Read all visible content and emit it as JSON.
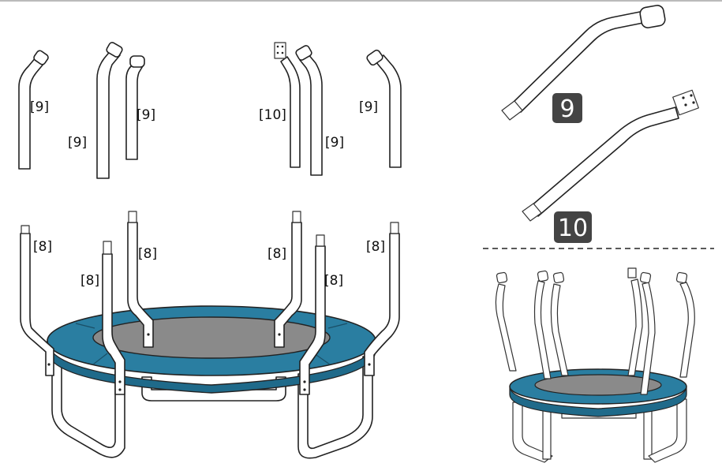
{
  "top_labels": [
    "[9]",
    "[9]",
    "[9]",
    "[10]",
    "[9]",
    "[9]"
  ],
  "frame_labels": [
    "[8]",
    "[8]",
    "[8]",
    "[8]",
    "[8]",
    "[8]"
  ],
  "badges": {
    "part_9": "9",
    "part_10": "10"
  },
  "colors": {
    "pad": "#2a7ea1",
    "mat": "#8a8a8a",
    "badge": "#444444",
    "line": "#222222"
  }
}
